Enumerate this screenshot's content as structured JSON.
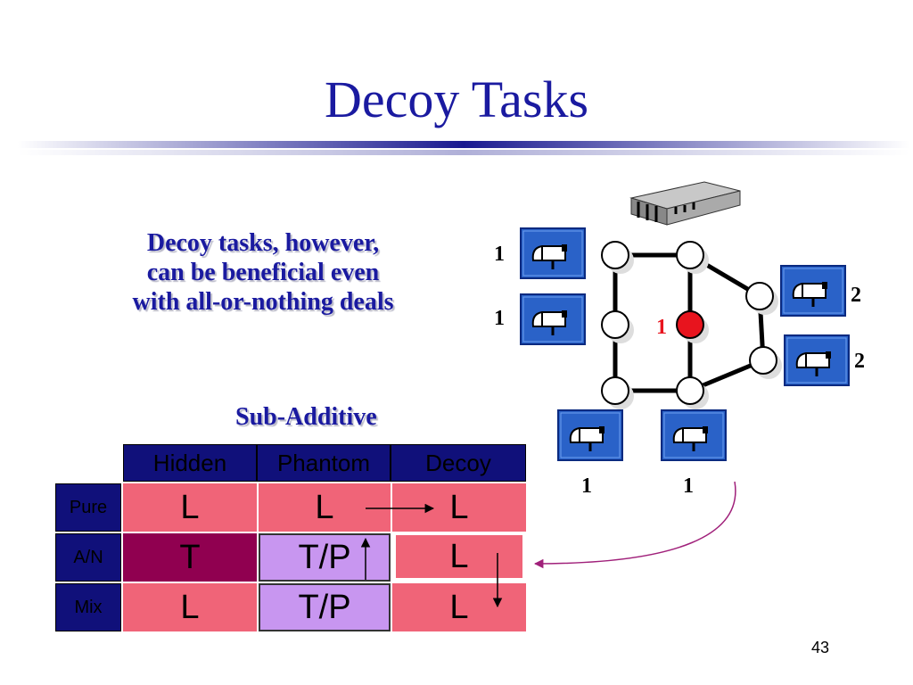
{
  "slide": {
    "title": "Decoy Tasks",
    "description_lines": [
      "Decoy tasks, however,",
      "can be beneficial even",
      "with all-or-nothing deals"
    ],
    "table_title": "Sub-Additive",
    "page_number": "43"
  },
  "table": {
    "columns": [
      "Hidden",
      "Phantom",
      "Decoy"
    ],
    "rows": [
      {
        "label": "Pure",
        "cells": [
          "L",
          "L",
          "L"
        ]
      },
      {
        "label": "A/N",
        "cells": [
          "T",
          "T/P",
          "L"
        ]
      },
      {
        "label": "Mix",
        "cells": [
          "L",
          "T/P",
          "L"
        ]
      }
    ]
  },
  "diagram": {
    "labels": {
      "mailbox_top_left": "1",
      "mailbox_mid_left": "1",
      "mailbox_right_top": "2",
      "mailbox_right_bottom": "2",
      "mailbox_bottom_left": "1",
      "mailbox_bottom_right": "1",
      "decoy_node": "1"
    }
  },
  "colors": {
    "title": "#1a1aa0",
    "header": "#10107a",
    "pink": "#f06478",
    "maroon": "#900050",
    "lavender": "#c896f0",
    "decoy_node": "#e8141e",
    "curved_arrow": "#a0207a"
  }
}
